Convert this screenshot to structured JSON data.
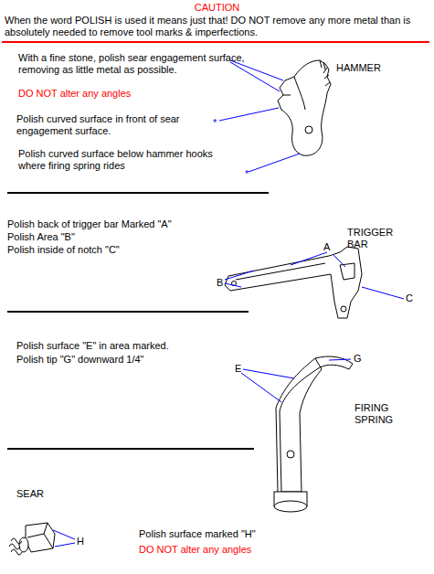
{
  "diagram": {
    "title": "CAUTION",
    "labels": [
      "When the word POLISH is used it means just that! DO NOT remove any more metal than is absolutely needed to remove tool marks & imperfections.",
      "With a fine stone, polish sear engagement surface, removing as little metal as possible.",
      "HAMMER",
      "DO NOT alter any angles",
      "Polish curved surface in front of sear engagement surface.",
      "Polish curved surface below hammer hooks where firing spring rides",
      "*",
      "*",
      "Polish back of trigger bar Marked \"A\"",
      "Polish Area \"B\"",
      "Polish inside of notch \"C\"",
      "TRIGGER BAR",
      "A",
      "B",
      "C",
      "Polish surface \"E\" in area marked.",
      "Polish tip \"G\" downward 1/4\"",
      "E",
      "G",
      "FIRING SPRING",
      "SEAR",
      "H",
      "Polish surface marked \"H\"",
      "DO NOT alter any angles"
    ]
  }
}
